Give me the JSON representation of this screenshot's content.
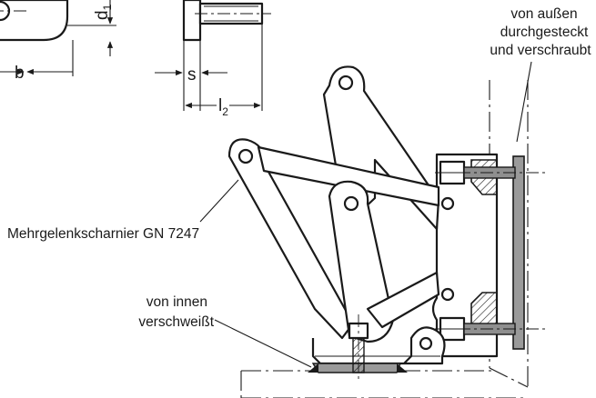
{
  "labels": {
    "top_right_line1": "von außen",
    "top_right_line2": "durchgesteckt",
    "top_right_line3": "und verschraubt",
    "hinge_name": "Mehrgelenkscharnier GN 7247",
    "bottom_line1": "von innen",
    "bottom_line2": "verschweißt"
  },
  "dimensions": {
    "b": "b",
    "d": "d",
    "d_sub": "1",
    "s": "s",
    "l": "l",
    "l_sub": "2"
  },
  "colors": {
    "line": "#1a1a1a",
    "plate_fill": "#9a9a9a",
    "hatch": "#1a1a1a"
  }
}
